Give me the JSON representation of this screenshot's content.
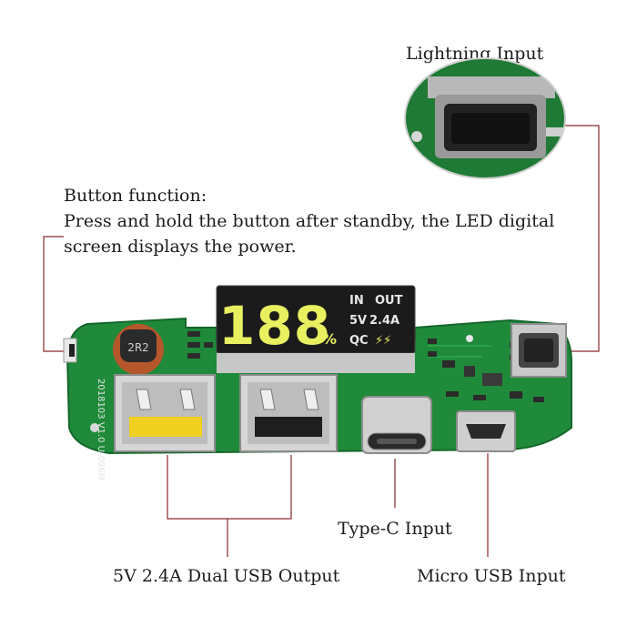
{
  "labels": {
    "lightning_input": "Lightning Input",
    "button_function_title": "Button function:",
    "button_function_line1": "Press and hold the button after standby, the LED digital",
    "button_function_line2": "screen displays the power.",
    "dual_usb_output": "5V 2.4A Dual USB Output",
    "type_c_input": "Type-C Input",
    "micro_usb_input": "Micro USB Input"
  },
  "display": {
    "digits": "188",
    "percent": "%",
    "in": "IN",
    "out": "OUT",
    "voltage": "5V",
    "current": "2.4A",
    "qc": "QC"
  },
  "silkscreen": {
    "inductor": "2R2",
    "board_code": "2018103 V1.0 U-096M"
  },
  "colors": {
    "pcb_green": "#1f8a3a",
    "display_digits": "#e8f060",
    "connector_yellow": "#f0d020",
    "leader_line": "#8a2a2a"
  }
}
